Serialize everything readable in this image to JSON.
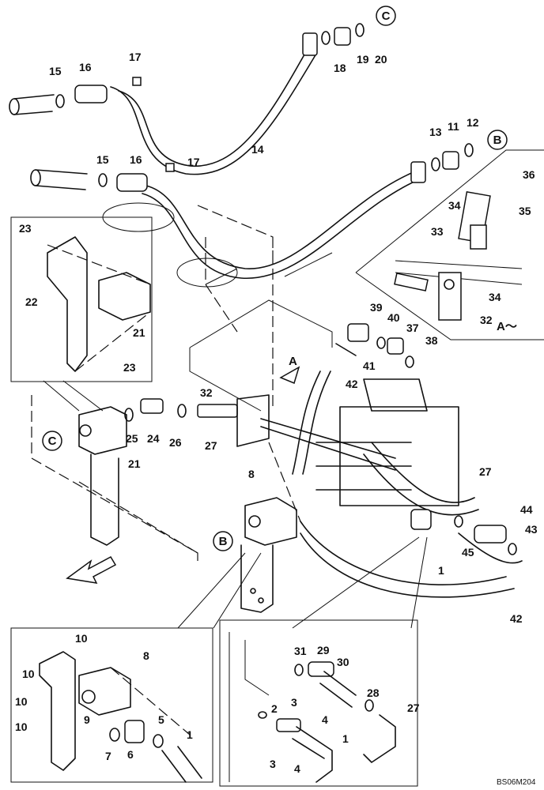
{
  "diagram": {
    "drawing_code": "BS06M204",
    "view_label": "A～",
    "view_arrow_label": "A",
    "circle_refs": [
      "C",
      "B",
      "C",
      "B"
    ],
    "part_numbers": [
      "1",
      "2",
      "3",
      "4",
      "5",
      "6",
      "7",
      "8",
      "9",
      "10",
      "11",
      "12",
      "13",
      "14",
      "15",
      "16",
      "17",
      "18",
      "19",
      "20",
      "21",
      "22",
      "23",
      "24",
      "25",
      "26",
      "27",
      "28",
      "29",
      "30",
      "31",
      "32",
      "33",
      "34",
      "35",
      "36",
      "37",
      "38",
      "39",
      "40",
      "41",
      "42",
      "43",
      "44",
      "45"
    ],
    "labels": [
      {
        "id": "20",
        "text": "20"
      },
      {
        "id": "19",
        "text": "19"
      },
      {
        "id": "18",
        "text": "18"
      },
      {
        "id": "17a",
        "text": "17"
      },
      {
        "id": "16a",
        "text": "16"
      },
      {
        "id": "15a",
        "text": "15"
      },
      {
        "id": "14",
        "text": "14"
      },
      {
        "id": "13",
        "text": "13"
      },
      {
        "id": "11",
        "text": "11"
      },
      {
        "id": "12",
        "text": "12"
      },
      {
        "id": "15b",
        "text": "15"
      },
      {
        "id": "16b",
        "text": "16"
      },
      {
        "id": "17b",
        "text": "17"
      },
      {
        "id": "36",
        "text": "36"
      },
      {
        "id": "35",
        "text": "35"
      },
      {
        "id": "34a",
        "text": "34"
      },
      {
        "id": "33",
        "text": "33"
      },
      {
        "id": "34b",
        "text": "34"
      },
      {
        "id": "32a",
        "text": "32"
      },
      {
        "id": "23a",
        "text": "23"
      },
      {
        "id": "22",
        "text": "22"
      },
      {
        "id": "21a",
        "text": "21"
      },
      {
        "id": "23b",
        "text": "23"
      },
      {
        "id": "39",
        "text": "39"
      },
      {
        "id": "40",
        "text": "40"
      },
      {
        "id": "37",
        "text": "37"
      },
      {
        "id": "38",
        "text": "38"
      },
      {
        "id": "41",
        "text": "41"
      },
      {
        "id": "42a",
        "text": "42"
      },
      {
        "id": "32b",
        "text": "32"
      },
      {
        "id": "25",
        "text": "25"
      },
      {
        "id": "24",
        "text": "24"
      },
      {
        "id": "26",
        "text": "26"
      },
      {
        "id": "27a",
        "text": "27"
      },
      {
        "id": "21b",
        "text": "21"
      },
      {
        "id": "8a",
        "text": "8"
      },
      {
        "id": "27b",
        "text": "27"
      },
      {
        "id": "44",
        "text": "44"
      },
      {
        "id": "43",
        "text": "43"
      },
      {
        "id": "45",
        "text": "45"
      },
      {
        "id": "1a",
        "text": "1"
      },
      {
        "id": "42b",
        "text": "42"
      },
      {
        "id": "10a",
        "text": "10"
      },
      {
        "id": "10b",
        "text": "10"
      },
      {
        "id": "8b",
        "text": "8"
      },
      {
        "id": "10c",
        "text": "10"
      },
      {
        "id": "9",
        "text": "9"
      },
      {
        "id": "10d",
        "text": "10"
      },
      {
        "id": "7",
        "text": "7"
      },
      {
        "id": "6",
        "text": "6"
      },
      {
        "id": "5",
        "text": "5"
      },
      {
        "id": "1b",
        "text": "1"
      },
      {
        "id": "31",
        "text": "31"
      },
      {
        "id": "29",
        "text": "29"
      },
      {
        "id": "30",
        "text": "30"
      },
      {
        "id": "28",
        "text": "28"
      },
      {
        "id": "2",
        "text": "2"
      },
      {
        "id": "3a",
        "text": "3"
      },
      {
        "id": "4a",
        "text": "4"
      },
      {
        "id": "27c",
        "text": "27"
      },
      {
        "id": "1c",
        "text": "1"
      },
      {
        "id": "3b",
        "text": "3"
      },
      {
        "id": "4b",
        "text": "4"
      }
    ]
  }
}
